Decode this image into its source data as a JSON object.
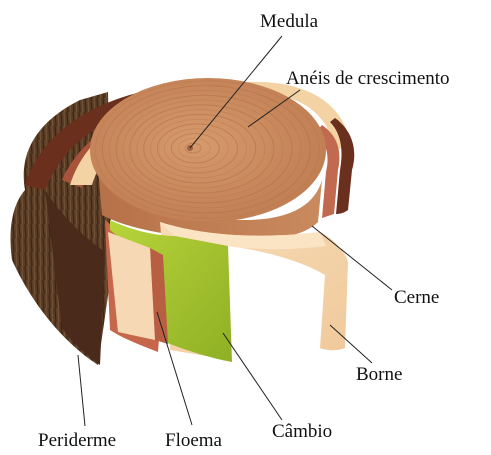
{
  "labels": {
    "medula": "Medula",
    "aneis": "Anéis de crescimento",
    "cerne": "Cerne",
    "borne": "Borne",
    "cambio": "Câmbio",
    "floema": "Floema",
    "periderme": "Periderme"
  },
  "colors": {
    "bark": "#5e4128",
    "bark_dark": "#3b2716",
    "bark_rim": "#6b2f1e",
    "phloem": "#a9533a",
    "cambium": "#a3c233",
    "sapwood": "#f4d3a9",
    "heartwood": "#c9865a",
    "rings": "#b36f45"
  }
}
